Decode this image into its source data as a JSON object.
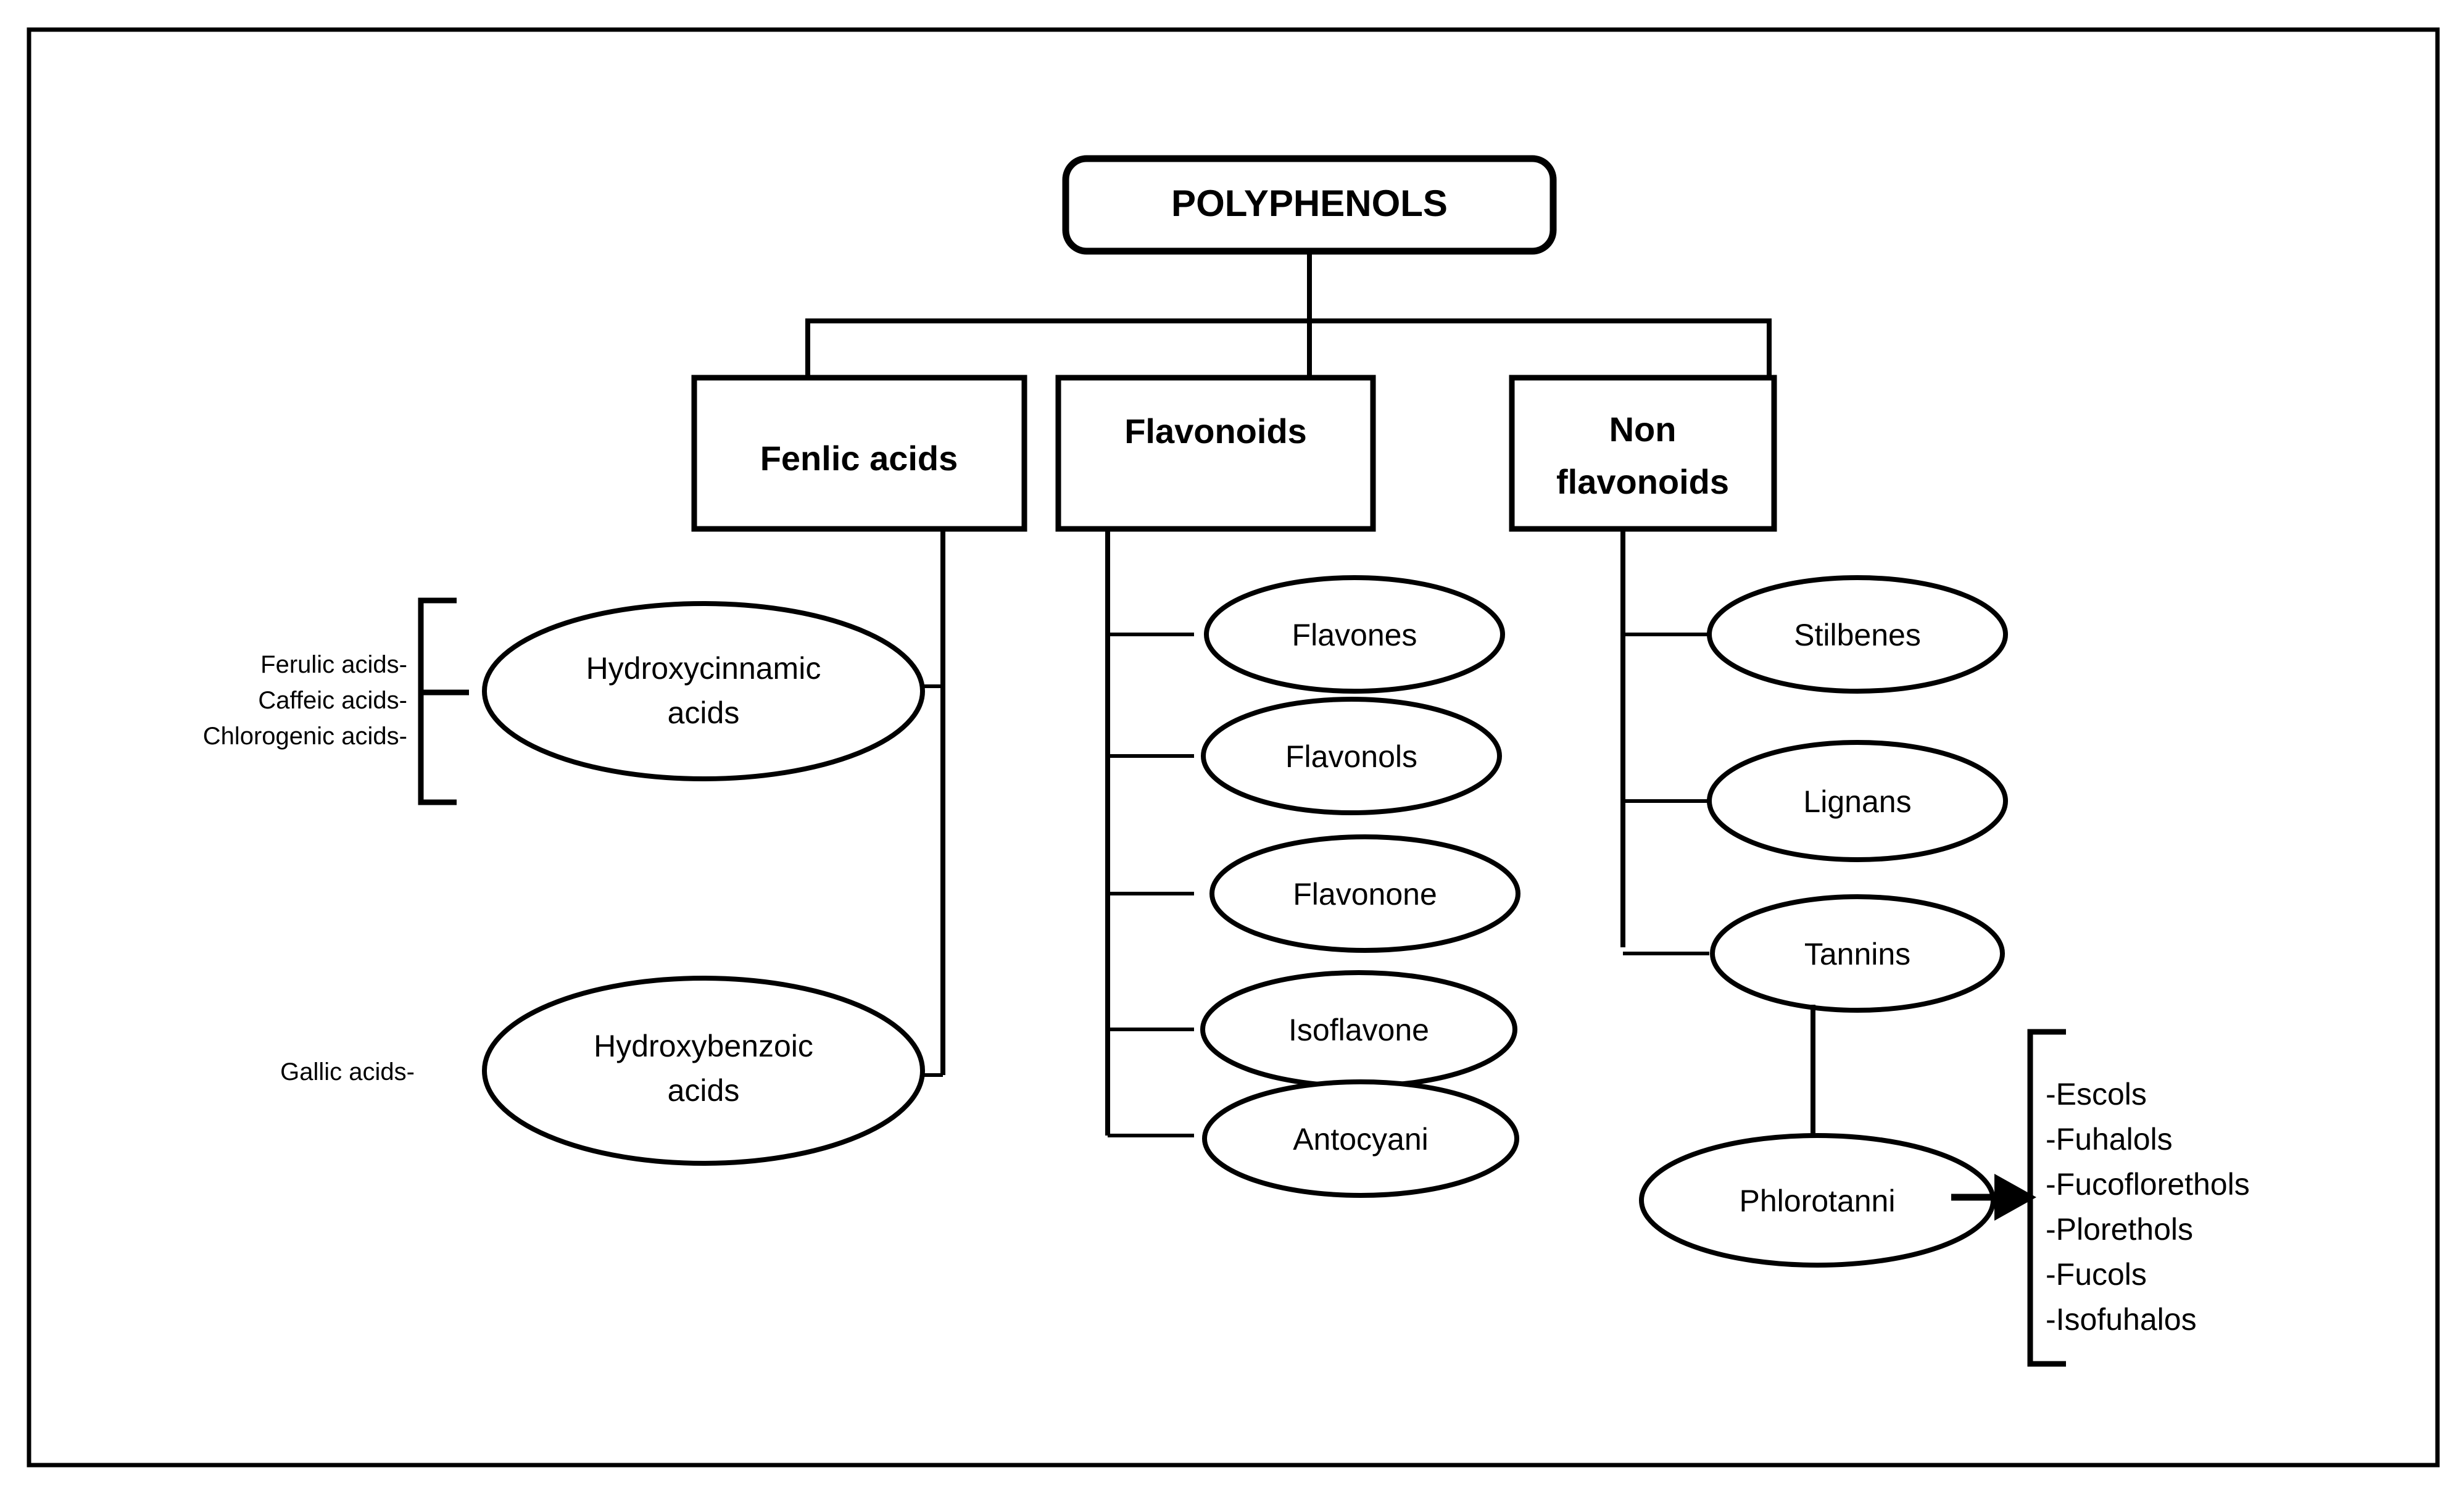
{
  "diagram": {
    "title": "POLYPHENOLS",
    "root": {
      "label": "POLYPHENOLS"
    },
    "categories": [
      {
        "label": "Fenlic acids"
      },
      {
        "label": "Flavonoids"
      },
      {
        "label": "Non",
        "label2": "flavonoids"
      }
    ],
    "phenolic_acids": {
      "nodes": [
        {
          "line1": "Hydroxycinnamic",
          "line2": "acids"
        },
        {
          "line1": "Hydroxybenzoic",
          "line2": "acids"
        }
      ],
      "hydroxycinnamic_examples": [
        "Ferulic acids-",
        "Caffeic acids-",
        "Chlorogenic acids-"
      ],
      "hydroxybenzoic_examples": [
        "Gallic acids-"
      ]
    },
    "flavonoid_nodes": [
      {
        "label": "Flavones"
      },
      {
        "label": "Flavonols"
      },
      {
        "label": "Flavonone"
      },
      {
        "label": "Isoflavone"
      },
      {
        "label": "Antocyani"
      }
    ],
    "non_flavonoid_nodes": [
      {
        "label": "Stilbenes"
      },
      {
        "label": "Lignans"
      },
      {
        "label": "Tannins"
      }
    ],
    "tannin_child": {
      "label": "Phlorotanni"
    },
    "phlorotannin_examples": [
      "-Escols",
      "-Fuhalols",
      "-Fucoflorethols",
      "-Plorethols",
      "-Fucols",
      "-Isofuhalos"
    ],
    "colors": {
      "stroke": "#000000",
      "background": "#ffffff"
    }
  }
}
